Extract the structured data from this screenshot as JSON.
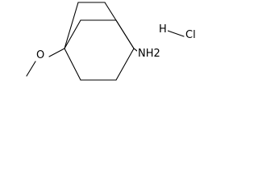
{
  "molecule": {
    "atoms": {
      "oxygen": "O",
      "amine": "NH2",
      "hydrogen": "H",
      "chlorine": "Cl"
    }
  }
}
